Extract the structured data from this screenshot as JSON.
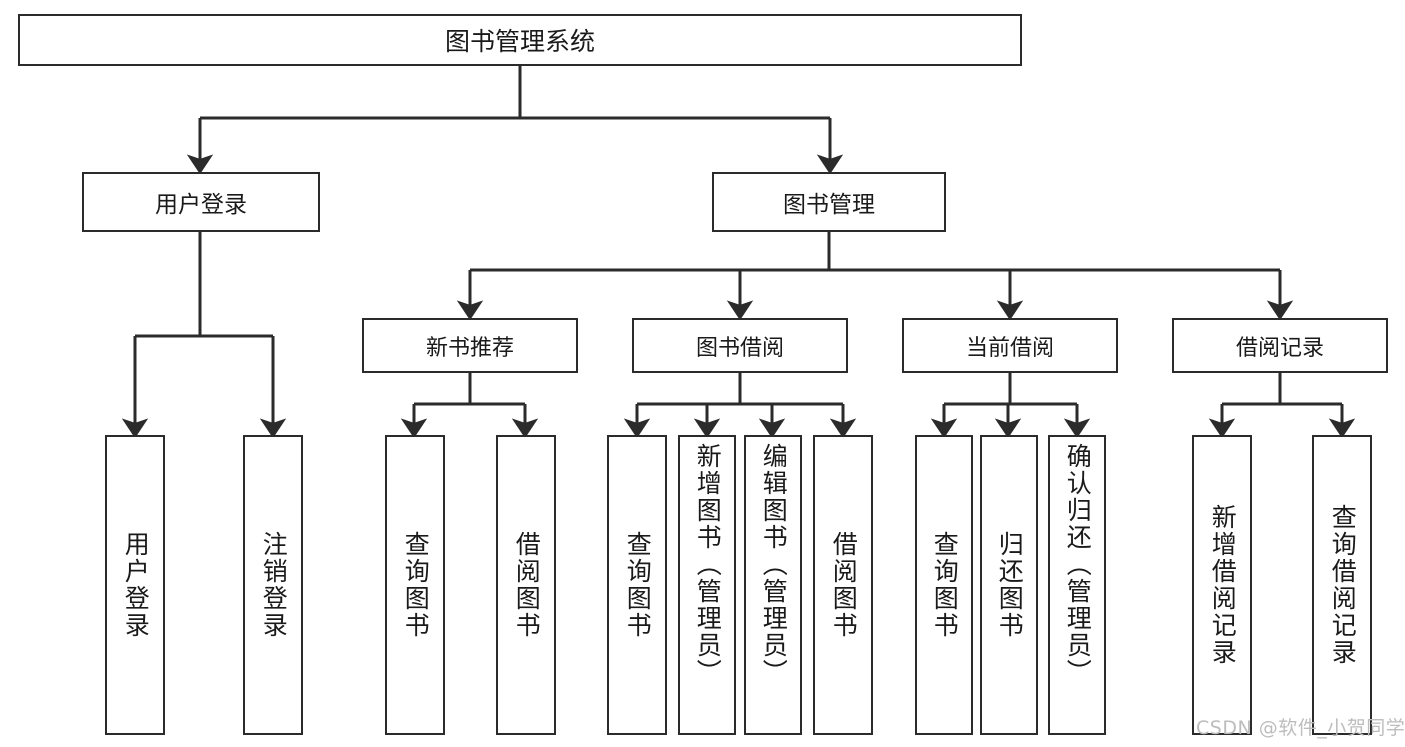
{
  "diagram": {
    "type": "tree-hierarchy",
    "title": "图书管理系统",
    "root": {
      "label": "图书管理系统"
    },
    "level1": [
      {
        "label": "用户登录"
      },
      {
        "label": "图书管理"
      }
    ],
    "level2": [
      {
        "label": "新书推荐"
      },
      {
        "label": "图书借阅"
      },
      {
        "label": "当前借阅"
      },
      {
        "label": "借阅记录"
      }
    ],
    "leaves": {
      "user_login": [
        {
          "label": "用户登录"
        },
        {
          "label": "注销登录"
        }
      ],
      "new_book_recommend": [
        {
          "label": "查询图书"
        },
        {
          "label": "借阅图书"
        }
      ],
      "book_borrow": [
        {
          "label": "查询图书"
        },
        {
          "label": "新增图书（管理员）"
        },
        {
          "label": "编辑图书（管理员）"
        },
        {
          "label": "借阅图书"
        }
      ],
      "current_borrow": [
        {
          "label": "查询图书"
        },
        {
          "label": "归还图书"
        },
        {
          "label": "确认归还（管理员）"
        }
      ],
      "borrow_record": [
        {
          "label": "新增借阅记录"
        },
        {
          "label": "查询借阅记录"
        }
      ]
    }
  },
  "watermark": {
    "text": "CSDN @软件_小贺同学"
  },
  "colors": {
    "stroke": "#2b2b2b",
    "text": "#1a1a1a",
    "background": "#ffffff",
    "watermark": "#bdbdbd"
  }
}
